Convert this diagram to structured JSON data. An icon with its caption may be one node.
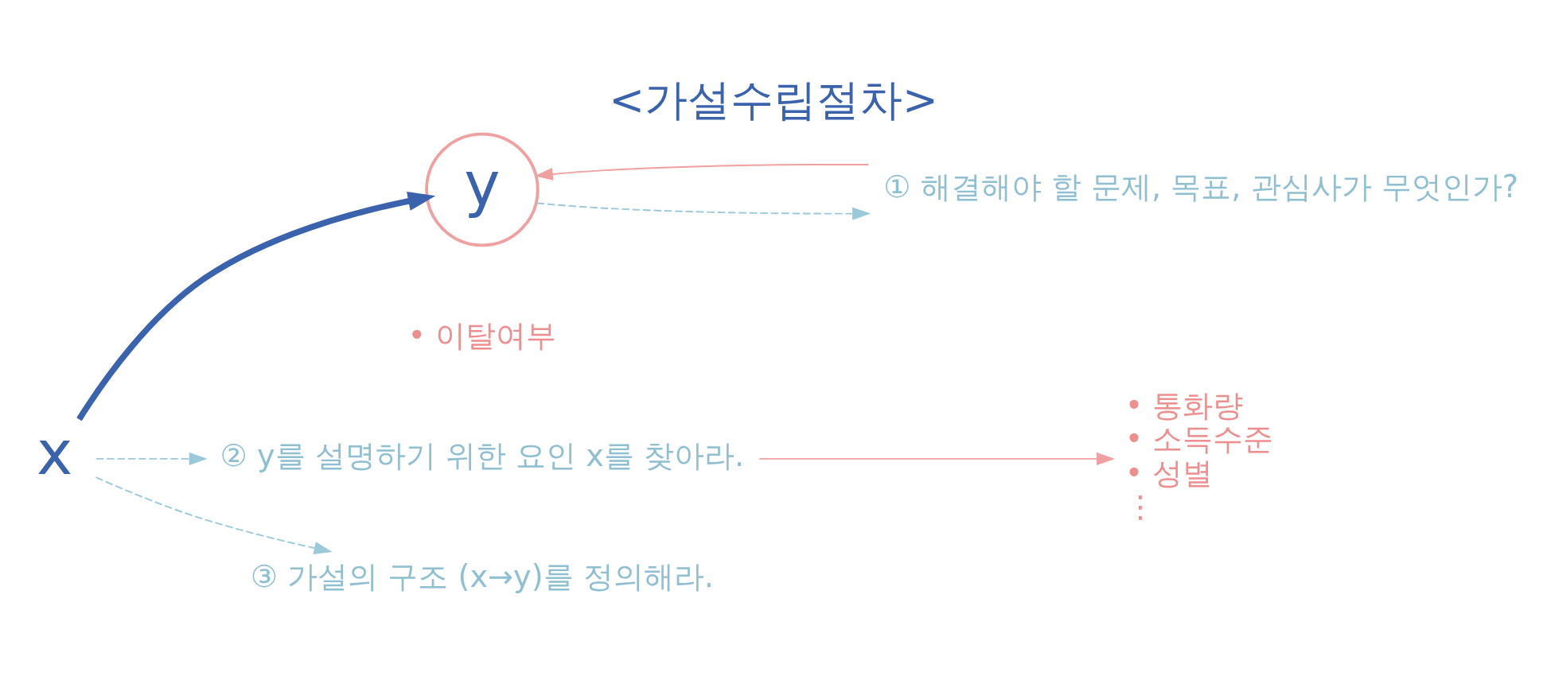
{
  "diagram": {
    "title": "<가설수립절차>",
    "nodes": [
      {
        "text": [
          "x"
        ]
      },
      {
        "text": [
          "y"
        ],
        "beside": [
          "• 이탈여부"
        ]
      },
      {
        "text": [
          "① 해결해야 할 문제, 목표, 관심사가 무엇인가?"
        ]
      },
      {
        "text": [
          "② y를 설명하기 위한 요인 x를 찾아라."
        ]
      },
      {
        "text": [
          "③ 가설의 구조 (x→y)를 정의해라."
        ]
      },
      {
        "text": [
          "• 통화량",
          "• 소득수준",
          "• 성별",
          "⋮"
        ]
      }
    ],
    "edges": [
      {
        "from": 0,
        "to": 1,
        "arrow": "to",
        "style": "thick",
        "color": "#3b62ad"
      },
      {
        "from": 0,
        "to": 3,
        "arrow": "to",
        "style": "dashed",
        "color": "#9cc9d9"
      },
      {
        "from": 1,
        "to": 2,
        "arrow": "to",
        "style": "dashed",
        "color": "#9cc9d9"
      },
      {
        "from": 0,
        "to": 4,
        "arrow": "to",
        "style": "dashed",
        "color": "#9cc9d9"
      },
      {
        "from": 2,
        "to": 1,
        "arrow": "to",
        "color": "#f0a0a0"
      },
      {
        "from": 3,
        "to": 5,
        "arrow": "to",
        "color": "#f0a0a0"
      }
    ]
  }
}
